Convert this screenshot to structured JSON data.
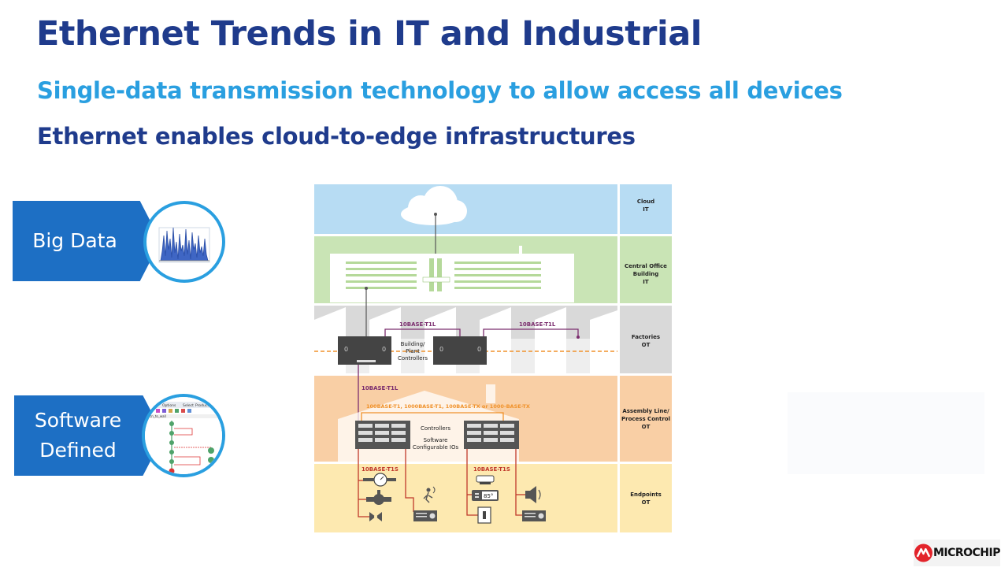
{
  "slide": {
    "title": "Ethernet Trends in IT and Industrial",
    "subtitle": "Single-data transmission technology to allow access all devices",
    "subtitle2": "Ethernet enables cloud-to-edge infrastructures"
  },
  "tags": {
    "big_data": "Big Data",
    "software_defined_line1": "Software",
    "software_defined_line2": "Defined"
  },
  "diagram": {
    "layers": [
      {
        "line1": "Cloud",
        "line2": "IT",
        "line3": "",
        "color": "#b7dcf3"
      },
      {
        "line1": "Central Office",
        "line2": "Building",
        "line3": "IT",
        "color": "#c9e4b5"
      },
      {
        "line1": "Factories",
        "line2": "OT",
        "line3": "",
        "color": "#d9d9d9"
      },
      {
        "line1": "Assembly Line/",
        "line2": "Process Control",
        "line3": "OT",
        "color": "#f9cfa5"
      },
      {
        "line1": "Endpoints",
        "line2": "OT",
        "line3": "",
        "color": "#fde9b0"
      }
    ],
    "link_t1l_left": "10BASE-T1L",
    "link_t1l_right": "10BASE-T1L",
    "building_controllers_line1": "Building/",
    "building_controllers_line2": "Plant",
    "building_controllers_line3": "Controllers",
    "link_t1l_down": "10BASE-T1L",
    "link_multi": "100BASE-T1, 1000BASE-T1, 100BASE-TX or 1000-BASE-TX",
    "controllers": "Controllers",
    "software_ios_line1": "Software",
    "software_ios_line2": "Configurable IOs",
    "link_t1s_left": "10BASE-T1S",
    "link_t1s_right": "10BASE-T1S",
    "thermostat_value": "85°"
  },
  "software_ui": {
    "menu": [
      "Options",
      "Select",
      "Product"
    ],
    "tab_label": "scn_to_wall"
  },
  "logo": {
    "text": "MICROCHIP",
    "color": "#e3242b"
  },
  "colors": {
    "title": "#1f3b8c",
    "subtitle": "#2a9fe0",
    "tag": "#1d6fc4",
    "purple_link": "#7b2d6e",
    "red_link": "#c0392b",
    "orange_dash": "#f0922b"
  }
}
